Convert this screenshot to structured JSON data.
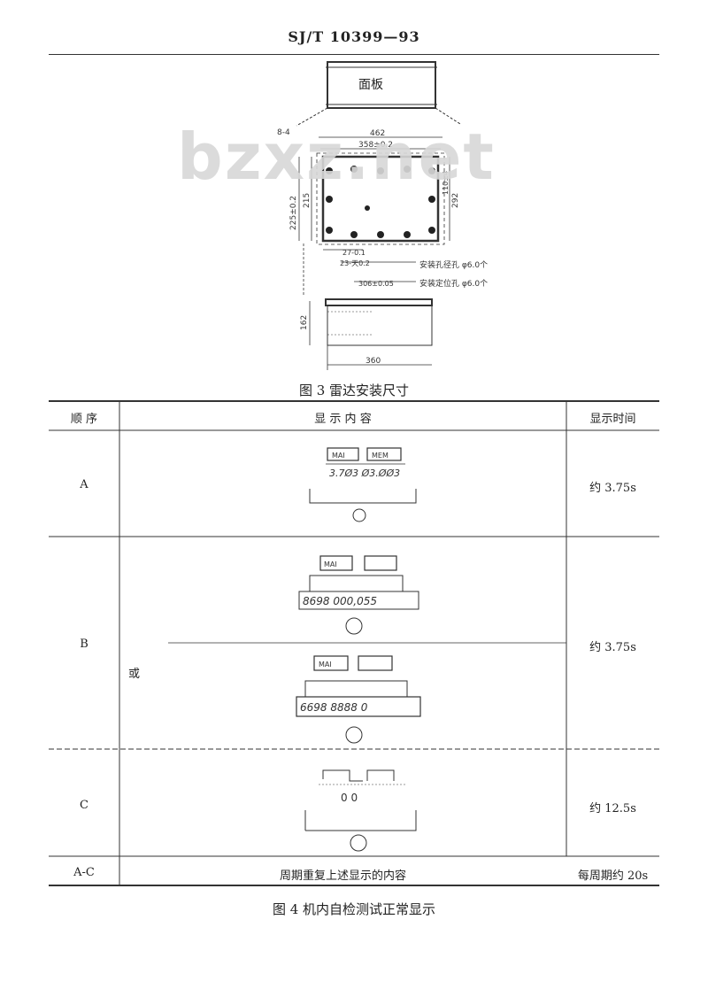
{
  "header": {
    "title": "SJ/T 10399—93"
  },
  "watermark": "bzxz.net",
  "figure3": {
    "box_label": "面板",
    "dims": {
      "width_outer": "462",
      "width_inner": "358±0.2",
      "height_left": "225±0.2",
      "height_inner": "215",
      "height_right": "292",
      "side_small": "8-4",
      "right_edge": "110±4",
      "bottom_a": "27-0.1",
      "bottom_b": "23-天0.2",
      "bottom_c": "306±0.05",
      "side_profile": "162",
      "base_width": "360"
    },
    "notes": {
      "holes": "安装孔径孔 φ6.0个",
      "positions": "安装定位孔 φ6.0个"
    },
    "caption": "图 3  雷达安装尺寸"
  },
  "table": {
    "headers": [
      "顺  序",
      "显  示  内  容",
      "显示时间"
    ],
    "rows": [
      {
        "seq": "A",
        "time": "约 3.75s",
        "display": {
          "box1": "MAI",
          "box2": "MEM",
          "digits": "3.7Ø3  Ø3.ØØ3"
        }
      },
      {
        "seq": "B",
        "time": "约 3.75s",
        "or_label": "或",
        "display1": {
          "box1": "MAI",
          "digits": "8698  000,055"
        },
        "display2": {
          "box1": "MAI",
          "digits": "6698  8888  0"
        }
      },
      {
        "seq": "C",
        "time": "约 12.5s",
        "display": {
          "digits": "0 0"
        }
      },
      {
        "seq": "A-C",
        "content": "周期重复上述显示的内容",
        "time": "每周期约 20s"
      }
    ]
  },
  "figure4": {
    "caption": "图 4  机内自检测试正常显示"
  }
}
